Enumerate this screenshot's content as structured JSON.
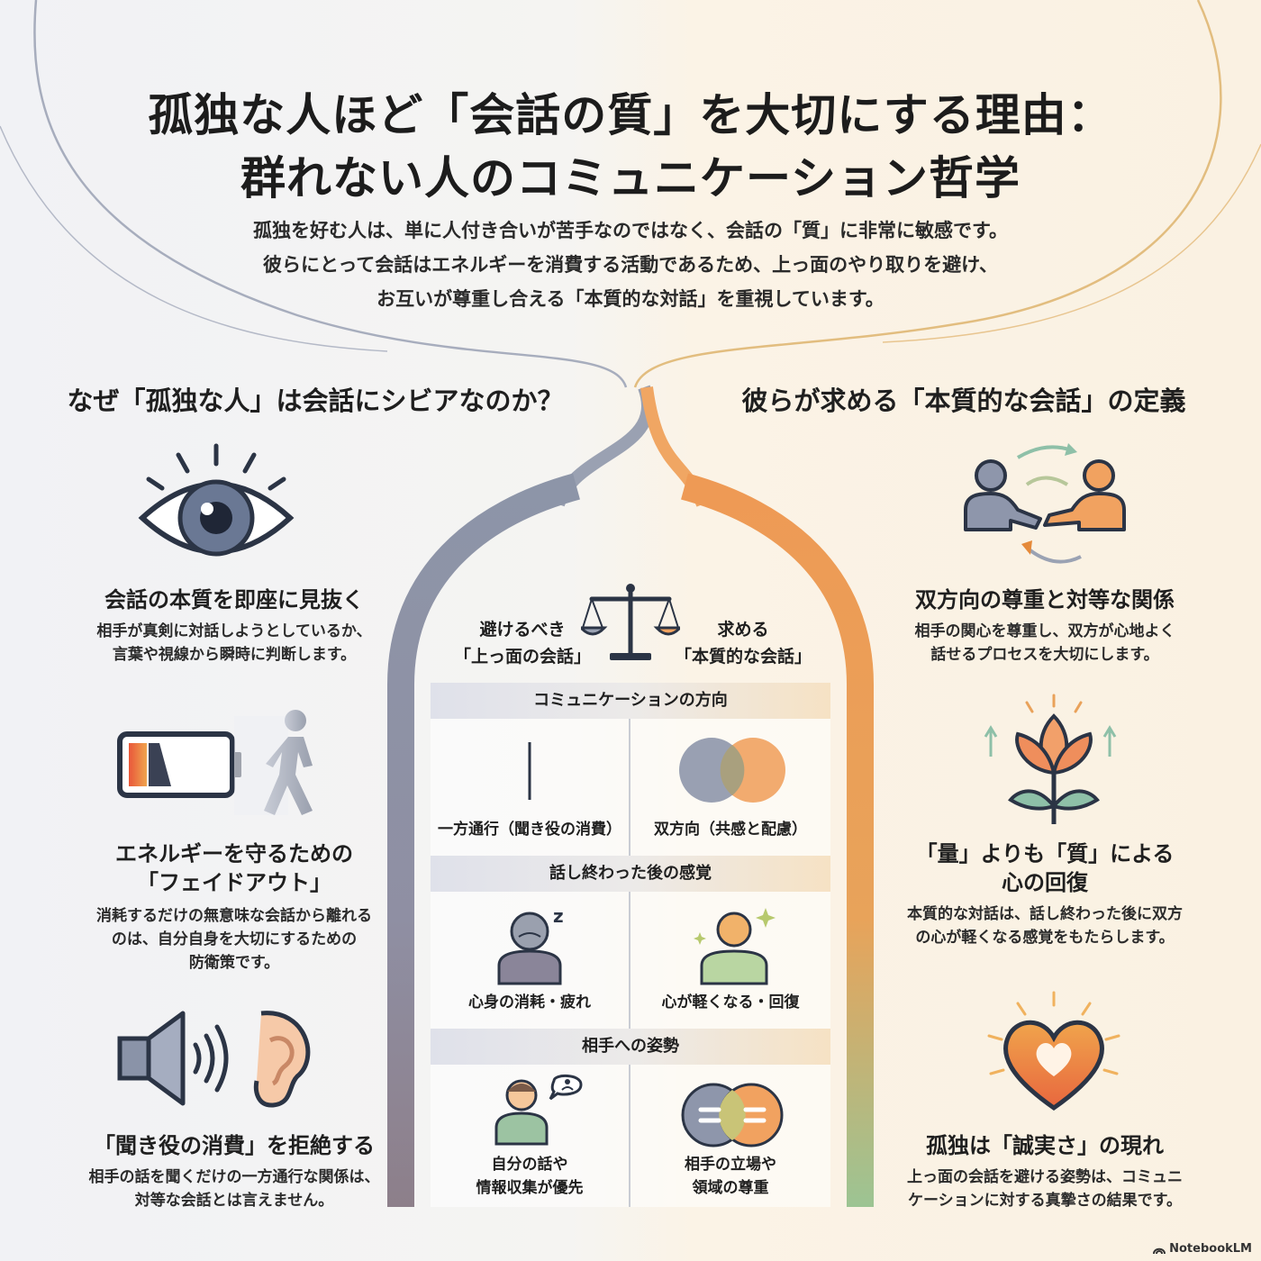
{
  "header": {
    "title_line1": "孤独な人ほど「会話の質」を大切にする理由：",
    "title_line2": "群れない人のコミュニケーション哲学",
    "intro": [
      "孤独を好む人は、単に人付き合いが苦手なのではなく、会話の「質」に非常に敏感です。",
      "彼らにとって会話はエネルギーを消費する活動であるため、上っ面のやり取りを避け、",
      "お互いが尊重し合える「本質的な対話」を重視しています。"
    ]
  },
  "left": {
    "heading": "なぜ「孤独な人」は会話にシビアなのか？",
    "items": [
      {
        "icon": "eye-icon",
        "title": "会話の本質を即座に見抜く",
        "desc": [
          "相手が真剣に対話しようとしているか、",
          "言葉や視線から瞬時に判断します。"
        ]
      },
      {
        "icon": "battery-walking-icon",
        "title": "エネルギーを守るための",
        "title2": "「フェイドアウト」",
        "desc": [
          "消耗するだけの無意味な会話から離れる",
          "のは、自分自身を大切にするための",
          "防衛策です。"
        ]
      },
      {
        "icon": "speaker-ear-icon",
        "title": "「聞き役の消費」を拒絶する",
        "desc": [
          "相手の話を聞くだけの一方通行な関係は、",
          "対等な会話とは言えません。"
        ]
      }
    ]
  },
  "right": {
    "heading": "彼らが求める「本質的な会話」の定義",
    "items": [
      {
        "icon": "handshake-icon",
        "title": "双方向の尊重と対等な関係",
        "desc": [
          "相手の関心を尊重し、双方が心地よく",
          "話せるプロセスを大切にします。"
        ]
      },
      {
        "icon": "lotus-icon",
        "title": "「量」よりも「質」による",
        "title2": "心の回復",
        "desc": [
          "本質的な対話は、話し終わった後に双方",
          "の心が軽くなる感覚をもたらします。"
        ]
      },
      {
        "icon": "heart-icon",
        "title": "孤独は「誠実さ」の現れ",
        "desc": [
          "上っ面の会話を避ける姿勢は、コミュニ",
          "ケーションに対する真摯さの結果です。"
        ]
      }
    ]
  },
  "compare": {
    "left_head": [
      "避けるべき",
      "「上っ面の会話」"
    ],
    "right_head": [
      "求める",
      "「本質的な会話」"
    ],
    "rows": [
      {
        "band": "コミュニケーションの方向",
        "left": "一方通行（聞き役の消費）",
        "right": "双方向（共感と配慮）"
      },
      {
        "band": "話し終わった後の感覚",
        "left": "心身の消耗・疲れ",
        "right": "心が軽くなる・回復"
      },
      {
        "band": "相手への姿勢",
        "left": [
          "自分の話や",
          "情報収集が優先"
        ],
        "right": [
          "相手の立場や",
          "領域の尊重"
        ]
      }
    ]
  },
  "sleep_z": "z",
  "brand": "NotebookLM",
  "colors": {
    "blue_gray": "#7d869c",
    "orange": "#ee9a50",
    "green": "#8bbf9a"
  }
}
